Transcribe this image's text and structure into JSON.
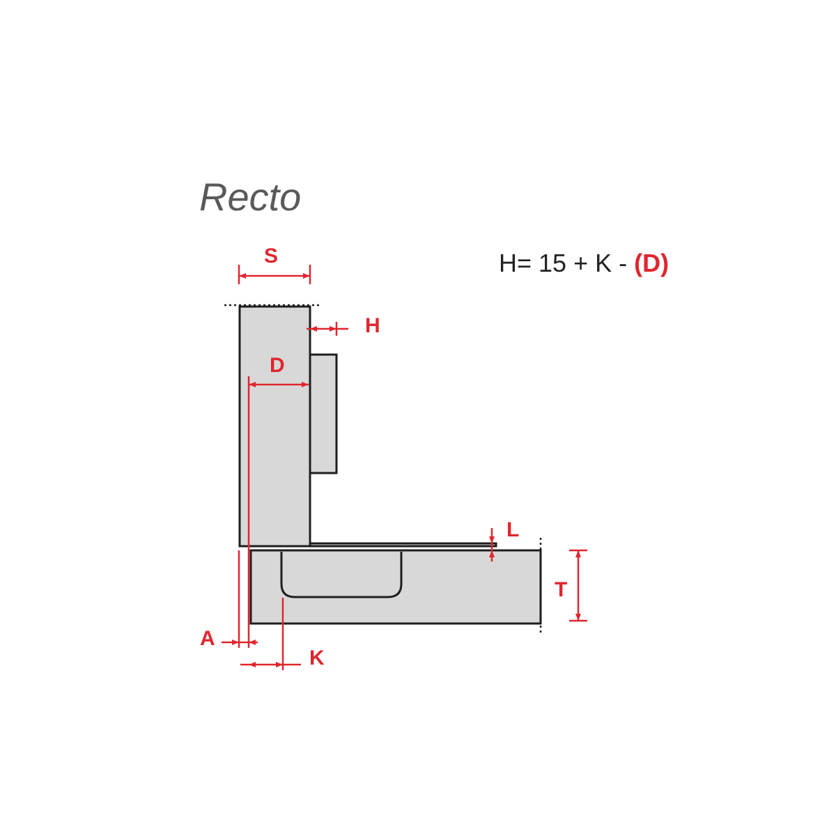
{
  "title": "Recto",
  "formula": {
    "main": "H= 15 + K - ",
    "highlight": "(D)"
  },
  "labels": {
    "S": "S",
    "H": "H",
    "D": "D",
    "L": "L",
    "T": "T",
    "A": "A",
    "K": "K"
  },
  "colors": {
    "dimension": "#e0262e",
    "part": "#d8d8d8",
    "outline": "#1e1e1e",
    "title": "#5a5a5a"
  }
}
